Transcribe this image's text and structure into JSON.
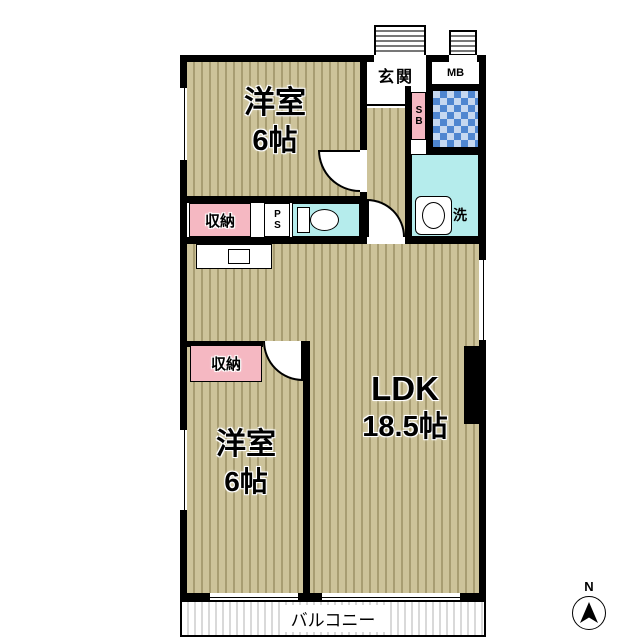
{
  "plan": {
    "colors": {
      "wood_base": "#cdc39a",
      "wood_stripe": "#a89d72",
      "wet_area": "#b5ecec",
      "tile_blue": "#4f86d0",
      "tile_light": "#c6d8f0",
      "closet_pink": "#f5b8c2",
      "wall": "#000000",
      "balcony_stripe": "#d9d9d9"
    },
    "rooms": {
      "bedroom_top": {
        "name": "洋室",
        "size": "6帖"
      },
      "bedroom_bottom": {
        "name": "洋室",
        "size": "6帖"
      },
      "ldk": {
        "name": "LDK",
        "size": "18.5帖"
      },
      "entrance": {
        "label": "玄関"
      },
      "balcony": {
        "label": "バルコニー"
      }
    },
    "fixtures": {
      "meter_box": "MB",
      "shoe_box": "SB",
      "pipe_space": "PS",
      "closet_top": "収納",
      "closet_bottom": "収納",
      "laundry": "洗"
    },
    "compass": {
      "label": "N"
    }
  }
}
